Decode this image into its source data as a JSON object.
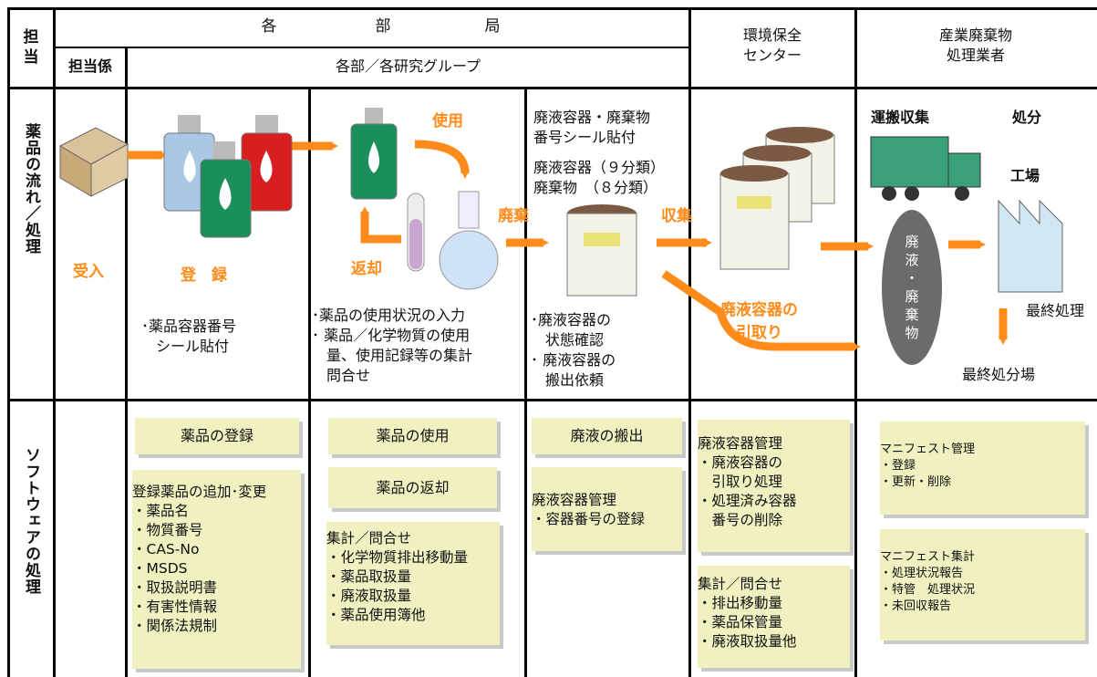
{
  "header": {
    "tanto": "担\n当",
    "kakubukyoku": [
      "各",
      "部",
      "局"
    ],
    "tantogakari": "担当係",
    "research_groups": "各部／各研究グループ",
    "env_center": "環境保全\nセンター",
    "waste_contractor": "産業廃棄物\n処理業者"
  },
  "row_labels": {
    "flow": "薬品の流れ／処理",
    "software": "ソフトウェアの処理"
  },
  "flow": {
    "receive": "受入",
    "register": "登　録",
    "use": "使用",
    "return": "返却",
    "dispose": "廃棄",
    "collect": "収集",
    "container_seal": "廃液容器・廃棄物\n番号シール貼付",
    "container_class": "廃液容器（９分類）\n廃棄物　（８分類）",
    "pickup": "廃液容器の\n引取り",
    "transport": "運搬収集",
    "disposal": "処分",
    "factory": "工場",
    "waste_label": "廃\n液\n・\n廃\n棄\n物",
    "final_treatment": "最終処理",
    "final_site": "最終処分場",
    "reg_note": "･薬品容器番号\n　シール貼付",
    "use_note": "･薬品の使用状況の入力\n･ 薬品／化学物質の使用\n　量、使用記録等の集計\n　問合せ",
    "waste_note": "･廃液容器の\n　状態確認\n･ 廃液容器の\n　搬出依頼"
  },
  "software": {
    "reg_title": "薬品の登録",
    "reg_detail": "登録薬品の追加･変更\n・薬品名\n・物質番号\n・CAS-No\n・MSDS\n・取扱説明書\n・有害性情報\n・関係法規制",
    "use_title": "薬品の使用",
    "return_title": "薬品の返却",
    "summary": "集計／問合せ\n・化学物質排出移動量\n・薬品取扱量\n・廃液取扱量\n・薬品使用簿他",
    "carryout_title": "廃液の搬出",
    "container_mgmt": "廃液容器管理\n・容器番号の登録",
    "center_mgmt": "廃液容器管理\n・廃液容器の\n　引取り処理\n・処理済み容器\n　番号の削除",
    "center_summary": "集計／問合せ\n・排出移動量\n・薬品保管量\n・廃液取扱量他",
    "manifest_mgmt": "マニフェスト管理\n・登録\n・更新・削除",
    "manifest_summary": "マニフェスト集計\n・処理状況報告\n・特管　処理状況\n・未回収報告"
  },
  "colors": {
    "accent": "#ff8c1a",
    "box": "#f0f0c0"
  }
}
